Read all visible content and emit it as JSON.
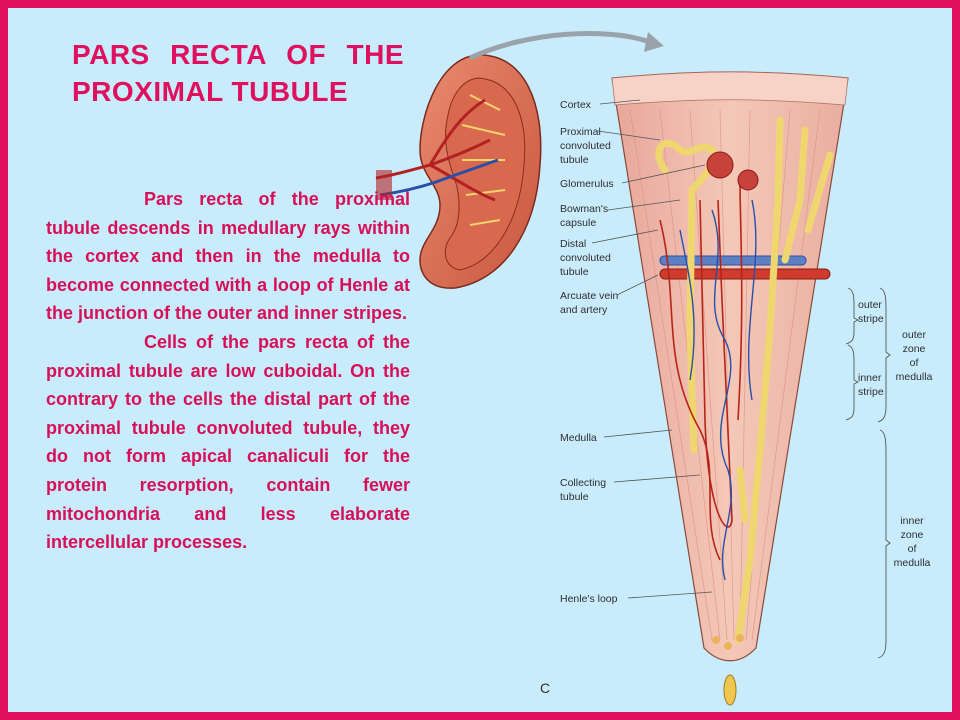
{
  "slide": {
    "title": "PARS RECTA OF THE PROXIMAL TUBULE",
    "paragraphs": [
      "Pars recta of the proximal tubule descends in medullary rays within the cortex and then in the medulla to become connected with a loop of Henle at the junction of the outer and inner stripes.",
      "Cells of the pars recta of the proximal tubule are low cuboidal. On the contrary to the cells the distal part of the proximal tubule convoluted tubule, they do not form apical canaliculi for the protein resorption, contain fewer mitochondria and less elaborate intercellular processes."
    ],
    "colors": {
      "border": "#e0105e",
      "background": "#c9ecfc",
      "text": "#d80f57"
    }
  },
  "figure": {
    "labels": {
      "cortex": "Cortex",
      "proximal": [
        "Proximal",
        "convoluted",
        "tubule"
      ],
      "glomerulus": "Glomerulus",
      "bowman": [
        "Bowman's",
        "capsule"
      ],
      "distal": [
        "Distal",
        "convoluted",
        "tubule"
      ],
      "arcuate": [
        "Arcuate vein",
        "and artery"
      ],
      "medulla": "Medulla",
      "collecting": [
        "Collecting",
        "tubule"
      ],
      "henle": "Henle's loop",
      "outer_stripe": [
        "outer",
        "stripe"
      ],
      "inner_stripe": [
        "inner",
        "stripe"
      ],
      "outer_zone": [
        "outer",
        "zone",
        "of",
        "medulla"
      ],
      "inner_zone": [
        "inner",
        "zone",
        "of",
        "medulla"
      ],
      "panel": "C"
    }
  }
}
